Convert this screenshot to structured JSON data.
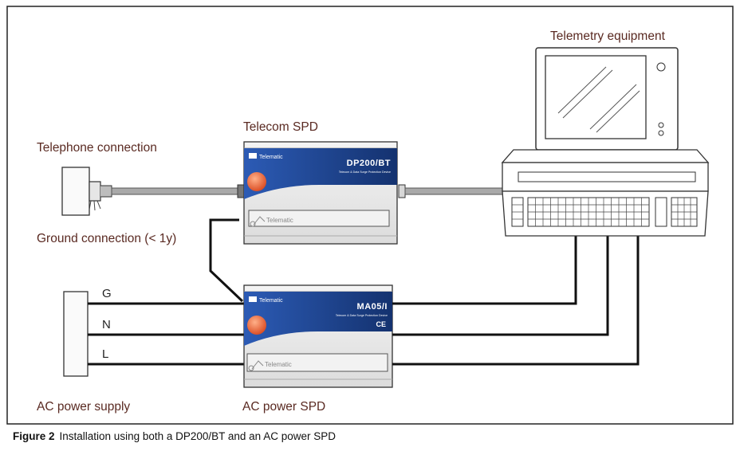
{
  "labels": {
    "telemetry": "Telemetry equipment",
    "telecom_spd": "Telecom SPD",
    "telephone": "Telephone connection",
    "ground": "Ground connection (< 1y)",
    "ac_supply": "AC power supply",
    "ac_spd": "AC power SPD"
  },
  "wires": {
    "g": "G",
    "n": "N",
    "l": "L"
  },
  "devices": {
    "dp200": {
      "model": "DP200/BT",
      "tagline": "Telecom & Data Surge Protection Device",
      "brand": "Telematic",
      "footer_brand": "Telematic"
    },
    "ma05": {
      "model": "MA05/I",
      "tagline": "Telecom & Data Surge Protection Device",
      "brand": "Telematic",
      "footer_brand": "Telematic",
      "mark": "CE"
    }
  },
  "caption": {
    "figure": "Figure 2",
    "text": "Installation using both a DP200/BT and an AC power SPD"
  },
  "colors": {
    "device_blue": "#1d3f8a",
    "label_brown": "#5a2a22",
    "cable_gray": "#9a9a9a",
    "orange_logo": "#e8623a"
  }
}
